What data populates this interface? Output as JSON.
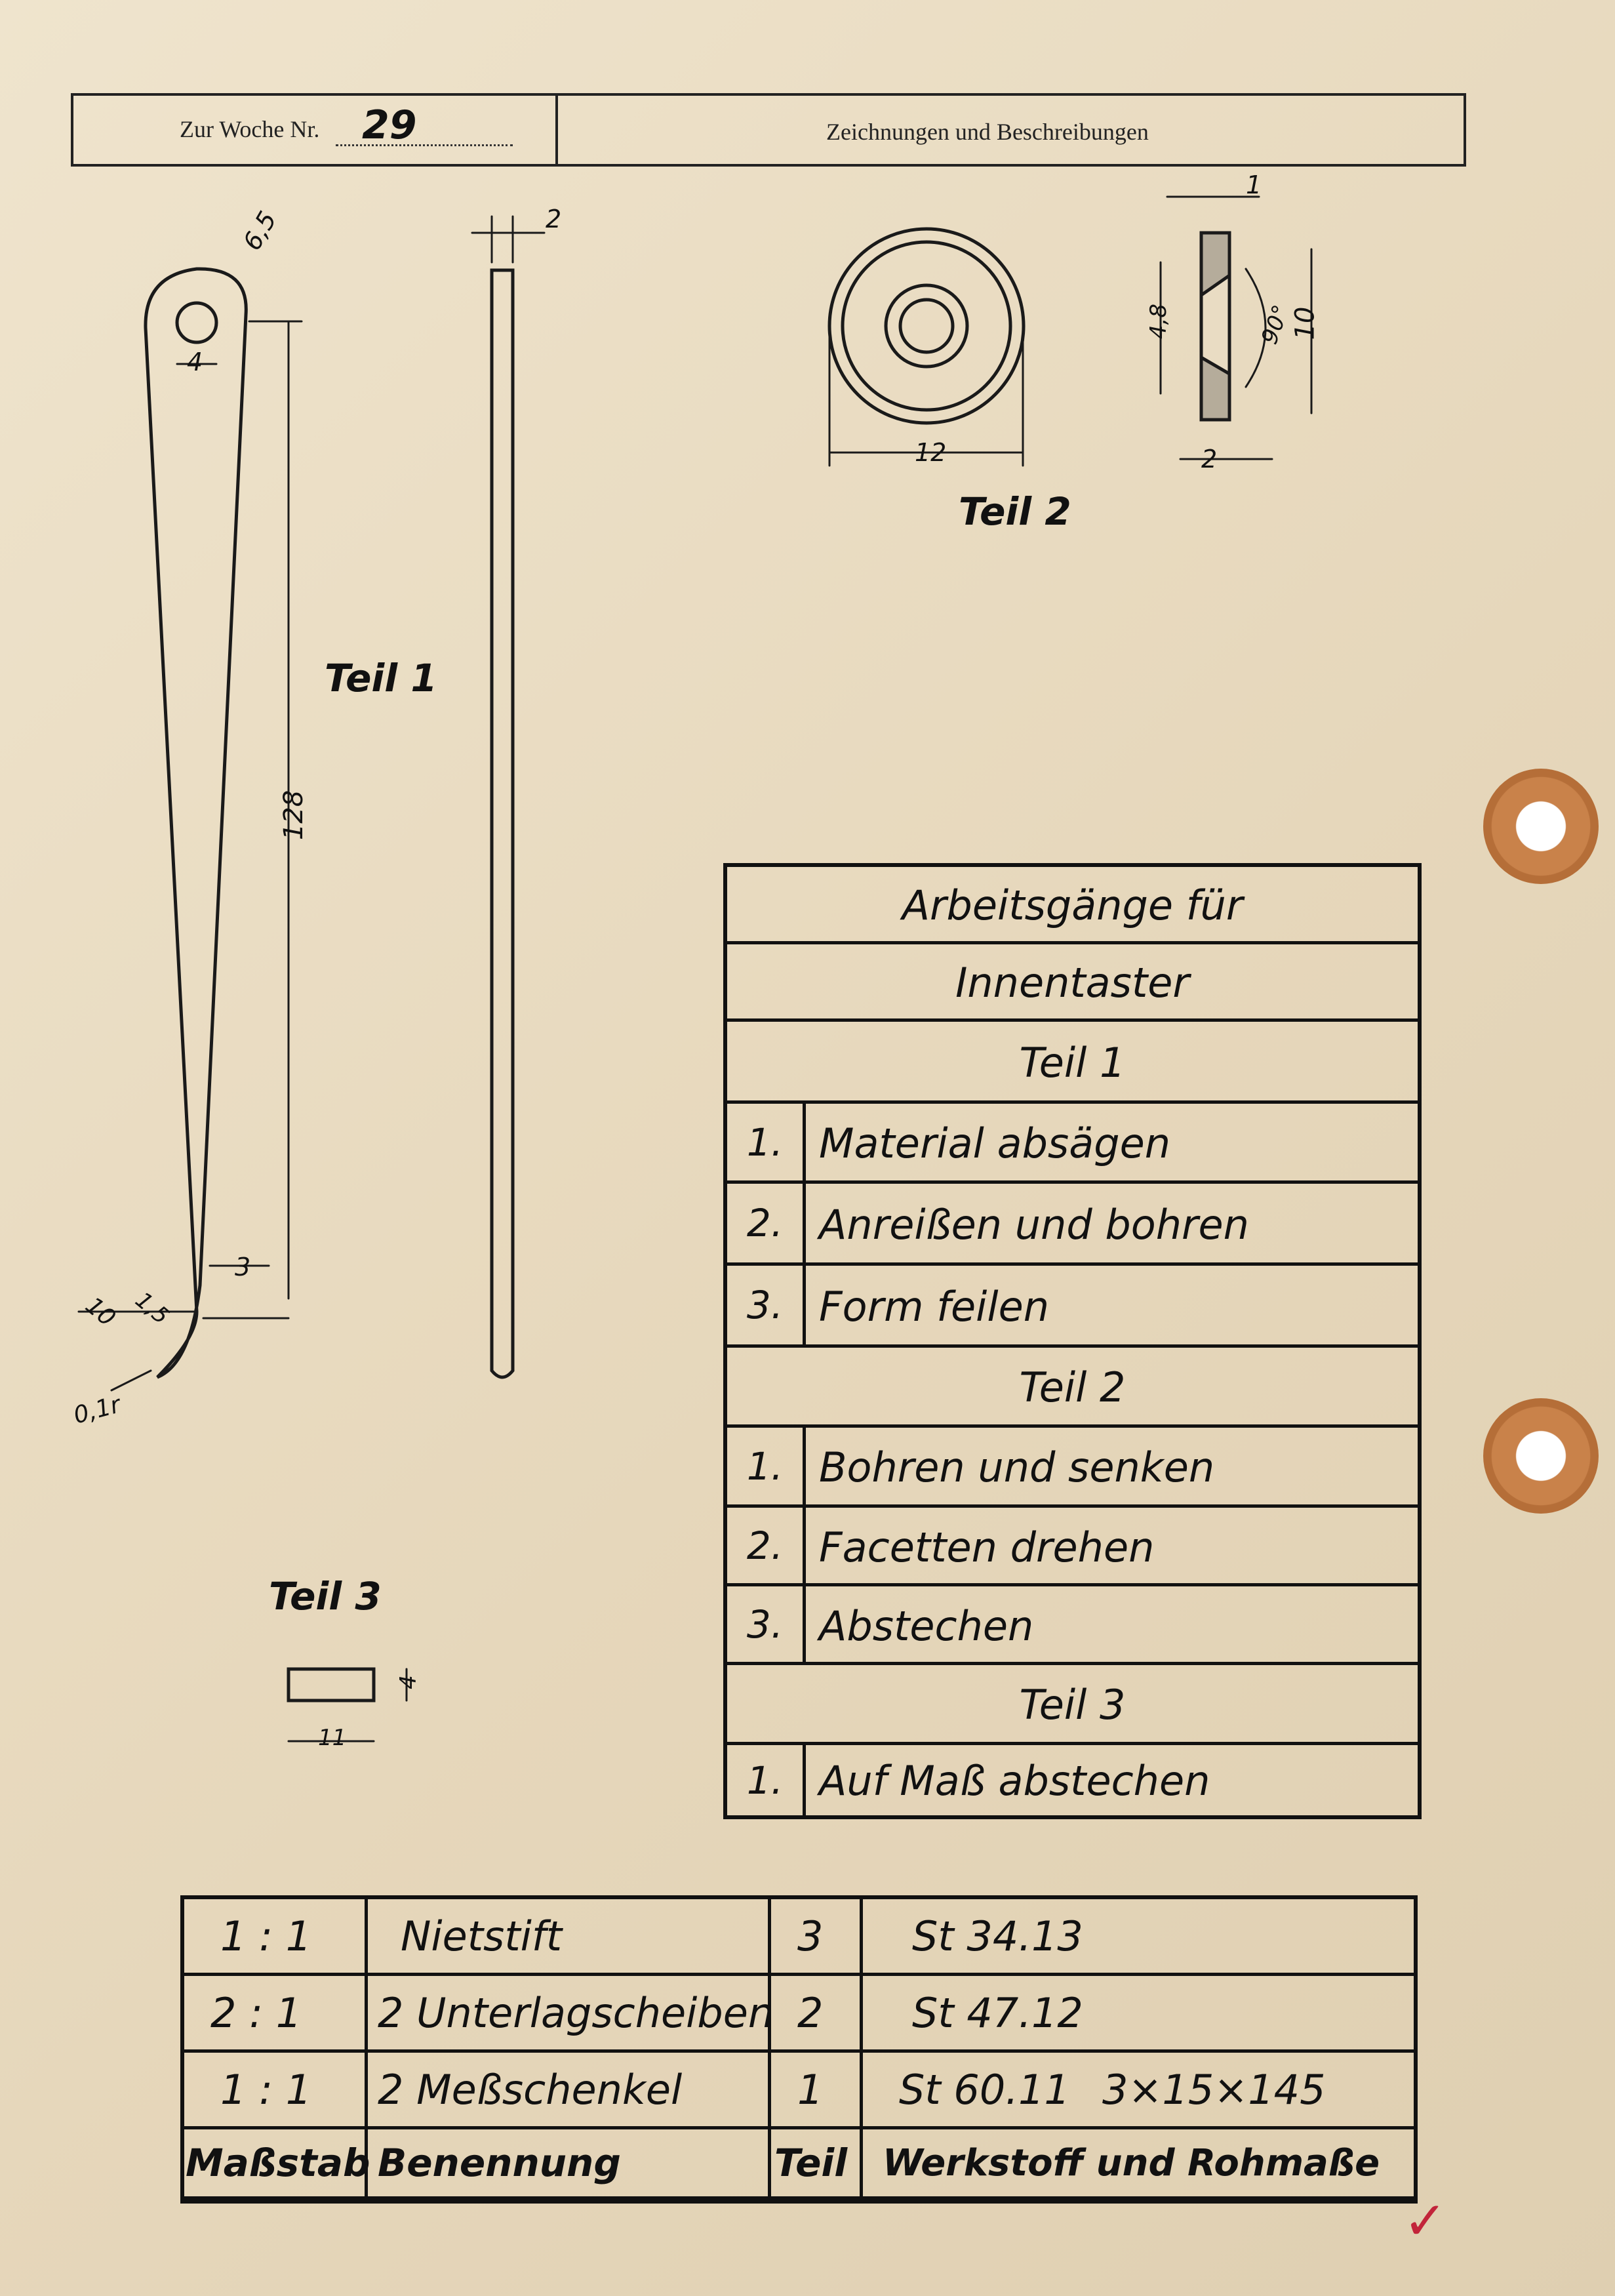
{
  "header": {
    "week_label": "Zur Woche Nr.",
    "week_number": "29",
    "sheet_title": "Zeichnungen und Beschreibungen"
  },
  "drawing": {
    "teil1_label": "Teil 1",
    "teil2_label": "Teil 2",
    "teil3_label": "Teil 3",
    "dims": {
      "d_65": "6,5",
      "d_4": "4",
      "d_2": "2",
      "d_128": "128",
      "d_3": "3",
      "d_10": "10",
      "d_15": "1,5",
      "d_01r": "0,1r",
      "d_1": "1",
      "d_48": "4,8",
      "d_90": "90°",
      "d_10b": "10",
      "d_12": "12",
      "d_2b": "2",
      "d_11": "11",
      "d_4b": "4"
    }
  },
  "operations": {
    "title1": "Arbeitsgänge für",
    "title2": "Innentaster",
    "teil1": "Teil 1",
    "teil1_steps": [
      {
        "n": "1.",
        "text": "Material absägen"
      },
      {
        "n": "2.",
        "text": "Anreißen und bohren"
      },
      {
        "n": "3.",
        "text": "Form feilen"
      }
    ],
    "teil2": "Teil 2",
    "teil2_steps": [
      {
        "n": "1.",
        "text": "Bohren und senken"
      },
      {
        "n": "2.",
        "text": "Facetten drehen"
      },
      {
        "n": "3.",
        "text": "Abstechen"
      }
    ],
    "teil3": "Teil 3",
    "teil3_steps": [
      {
        "n": "1.",
        "text": "Auf Maß abstechen"
      }
    ]
  },
  "parts_list": {
    "rows": [
      {
        "scale": "1 : 1",
        "name": "Nietstift",
        "teil": "3",
        "material": "St 34.13",
        "dims": ""
      },
      {
        "scale": "2 : 1",
        "name": "2 Unterlagscheiben",
        "teil": "2",
        "material": "St 47.12",
        "dims": ""
      },
      {
        "scale": "1 : 1",
        "name": "2 Meßschenkel",
        "teil": "1",
        "material": "St 60.11",
        "dims": "3×15×145"
      }
    ],
    "header": {
      "scale": "Maßstab",
      "name": "Benennung",
      "teil": "Teil",
      "material": "Werkstoff und Rohmaße"
    }
  },
  "colors": {
    "ink": "#111111",
    "paper": "#e9dcc3",
    "grommet": "#c9824a",
    "check": "#c2243a"
  }
}
